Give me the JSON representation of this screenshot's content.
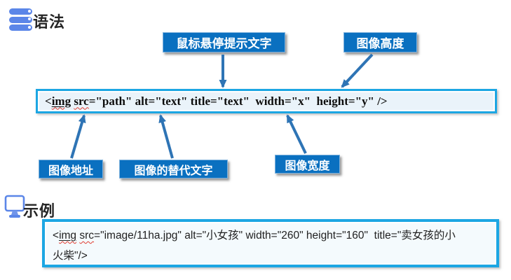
{
  "colors": {
    "label_bg": "#0a70c0",
    "label_text": "#ffffff",
    "arrow_blue": "#2e74b5",
    "box_border_cyan": "#1ca6e3",
    "syntax_box_bg": "#eaf3fa",
    "example_box_bg": "#f4fafd",
    "icon_blue": "#5b86e8",
    "squiggle_red": "#e03c31"
  },
  "sections": {
    "syntax": {
      "heading": "语法",
      "icon": "list-icon"
    },
    "example": {
      "heading": "示例",
      "icon": "monitor-icon"
    }
  },
  "labels": {
    "tooltip": "鼠标悬停提示文字",
    "height": "图像高度",
    "src": "图像地址",
    "alt": "图像的替代文字",
    "width": "图像宽度"
  },
  "syntax_code": {
    "lt": "<",
    "tag": "img",
    "sp": " ",
    "src": "src",
    "rest": "=\"path\" alt=\"text\" title=\"text\"  width=\"x\"  height=\"y\" />"
  },
  "example_code": {
    "lt": "<",
    "tag": "img",
    "sp": " ",
    "src": "src",
    "line1_rest": "=\"image/11ha.jpg\" alt=\"小女孩\" width=\"260\" height=\"160\"  title=\"卖女孩的小",
    "line2": "火柴\"/>"
  }
}
